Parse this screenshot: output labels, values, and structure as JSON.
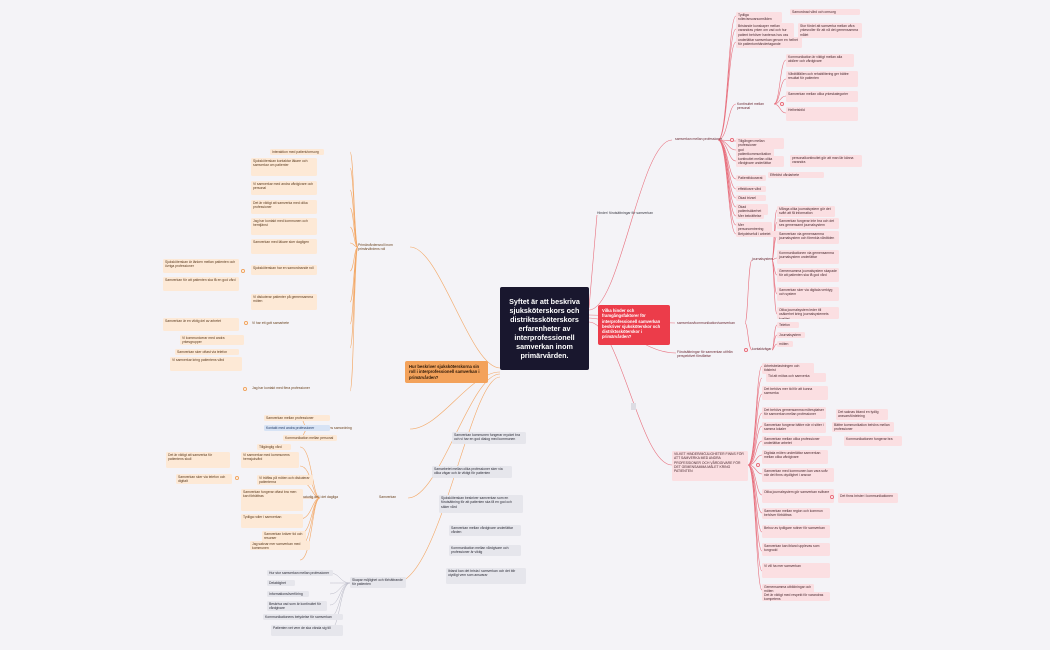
{
  "root": "Syftet är att beskriva sjuksköterskors och distriktssköterskors erfarenheter av interprofessionell samverkan inom primärvården.",
  "right": {
    "main": "Vilka hinder och framgångsfaktorer för interprofessionell samverkan beskriver sjuksköterskor och distriktssköterskor i primärvården?",
    "leftlink": "Hinder/ förutsättningar för samverkan",
    "b1": {
      "label": "samverkan mellan professioner",
      "items": [
        "Tydliga roller/ansvarsområden",
        "Bristande kunskaper mellan varandras yrken om vad och hur patient behöver hanteras hos oss",
        "underlättar samverkan genom en helhet för patientomhändertagande",
        "Kontinuitet mellan personal",
        "Tillgången mellan professioner",
        "god patientkommunikation",
        "kontinuitet mellan olika vårdgivare underlättar",
        "Patientfokuserat",
        "effektivare vård",
        "Ökad trivsel",
        "Ökad patientsäkerhet",
        "Mer bekräftelse",
        "Mer personcentrering",
        "Betydelsefull i arbetet"
      ],
      "sub": [
        "Samordnad vård och omsorg",
        "Stor fördel att samverka mellan våra yrkesroller för att nå det gemensamma målet",
        "Kommunikation är viktigt mellan alla aktörer och vårdgivare",
        "Vårdtillfällen och rehabilitering ger bättre resultat för patienten",
        "Samverkan mellan olika yrkeskategorier",
        "Helhetsbild",
        "personalkontinuitet gör att man lär känna varandra",
        "Effektivt vårdarbete"
      ]
    },
    "b2": {
      "label": "samverkan/kommunikation/samverkan",
      "subs": [
        "journalsystem",
        "kontaktvägar"
      ],
      "journal": [
        "Många olika journalsystem gör det svårt att få information",
        "Samverkan fungerar inte bra och det ses gemensamt journalsystem",
        "Samverkan via gemensamma journalsystem och förenkla vårdtiden",
        "Kommunikationen via gemensamma journalsystem underlättar",
        "Gemensamma journalsystem skapade för att patienten ska få god vård",
        "Samverkan sker via digitala verktyg och system",
        "Olika journalsystem leder till osäkerhet kring journalsystemets kvalitet"
      ],
      "kontakt": [
        "Telefon",
        "Journalsystem",
        "möten"
      ]
    },
    "b3": "Förutsättningar för samverkan utifrån perspektivet förståelse",
    "b4": {
      "label": "VILKET HINDER/MÖJLIGHETER FINNS FÖR ATT SAMVERKA MED ANDRA PROFESSIONER OCH VÅRDGIVARE FÖR DET GEMENSAMMA MÅLET KRING PATIENTEN",
      "items": [
        "Arbetsbelastningen och tidsbrist",
        "Tid att mötas och samverka",
        "Det behövs mer tid för att kunna samverka",
        "Det behövs gemensamma mötesplatser för samverkan mellan professioner",
        "Samverkan fungerar bättre när vi sitter i samma lokaler",
        "Samverkan mellan olika professioner underlättar arbetet",
        "Digitala möten underlättar samverkan mellan olika vårdgivare",
        "Samverkan med kommunen kan vara svår när det finns otydlighet i ansvar",
        "Olika journalsystem gör samverkan svårare",
        "Samverkan mellan region och kommun behöver förbättras",
        "Behov av tydligare rutiner för samverkan",
        "Samverkan kan ibland upplevas som tungrodd",
        "Vi vill ha mer samverkan",
        "Gemensamma utbildningar och möten",
        "Det är viktigt med respekt för varandras kompetens"
      ],
      "extras": [
        "Det saknas ibland en tydlig ansvarsfördelning",
        "Bättre kommunikation behövs mellan professioner",
        "Kommunikationen fungerar bra",
        "Det finns brister i kommunikationen"
      ]
    }
  },
  "left": {
    "main": "Hur beskriver sjuksköterskorna sin roll i interprofessionell samverkan i primärvården?",
    "b1": {
      "label": "Primärvårdensroll inom primärvårdens roll",
      "items": [
        "Interaktion med patient/omsorg",
        "Sjuksköterskan kontaktar läkare och samverkar om patienter",
        "Vi samverkar med andra vårdgivare och personal",
        "Det är viktigt att samverka med olika professioner",
        "Jag har kontakt med kommunen och hemtjänst",
        "Samverkan med läkare sker dagligen",
        "Sjuksköterskan har en samordnande roll",
        "Vi diskuterar patienter på gemensamma möten"
      ],
      "sub": [
        "Sjuksköterskan är länken mellan patienten och övriga professioner",
        "Samverkan för att patienten ska få en god vård",
        "Vi har ett gott samarbete",
        "Samverkan är en viktig del av arbetet",
        "Vi kommunicerar med andra yrkesgrupper",
        "Samverkan sker oftast via telefon",
        "Vi samverkar kring patientens vård",
        "Jag har kontakt med flera professioner"
      ]
    },
    "b2": {
      "label": "sjuksköterskans samordning",
      "items": [
        "Samverkan mellan professioner",
        "Kontakt med andra professioner",
        "Kommunikation mellan personal"
      ]
    },
    "b3": {
      "label": "Samverkan sker en naturlig del i det dagliga arbetet",
      "items": [
        "Tillgänglig vård",
        "Det är viktigt att samverka för patientens skull",
        "Vi samverkar med kommunens hemsjukvård",
        "Samverkan sker via telefon och digitalt",
        "Vi träffas på möten och diskuterar patienterna",
        "Samverkan fungerar oftast bra men kan förbättras",
        "Tydliga roller i samverkan",
        "Samverkan kräver tid och resurser",
        "Jag saknar mer samverkan med kommunen"
      ],
      "side": "Samverkan"
    },
    "b4": {
      "label": "Skapar möjlighet och förbättrande för patienten",
      "items": [
        "Hur stor samverkan mellan professioner",
        "Delaktighet",
        "Informationsöverföring",
        "Beskriva vad som är kontinuitet för vårdgivare",
        "Kommunikationens betydelse för samverkan",
        "Patienten vet vem de ska vända sig till"
      ]
    },
    "quotes": [
      "Samverkan kommunen fungerar mycket bra och vi har en god dialog med kommunen",
      "Samarbetet mellan olika professioner sker via olika vägar och är viktigt för patienten",
      "Sjuksköterskan beskriver samverkan som en förutsättning för att patienten ska få en god och säker vård",
      "Samverkan mellan vårdgivare underlättar vården",
      "Kommunikation mellan vårdgivare och professioner är viktig",
      "Ibland kan det brista i samverkan och det blir otydligt vem som ansvarar"
    ]
  }
}
